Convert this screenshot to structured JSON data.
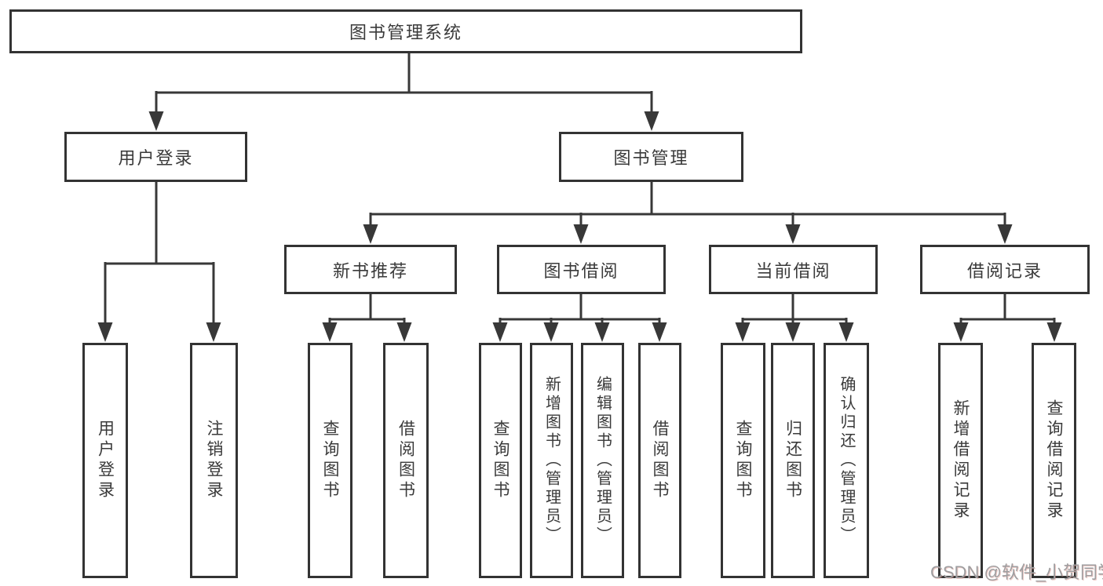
{
  "diagram": {
    "type": "tree",
    "title": "图书管理系统",
    "hierarchy": {
      "图书管理系统": {
        "用户登录": [
          "用户登录",
          "注销登录"
        ],
        "图书管理": {
          "新书推荐": [
            "查询图书",
            "借阅图书"
          ],
          "图书借阅": [
            "查询图书",
            "新增图书（管理员）",
            "编辑图书（管理员）",
            "借阅图书"
          ],
          "当前借阅": [
            "查询图书",
            "归还图书",
            "确认归还（管理员）"
          ],
          "借阅记录": [
            "新增借阅记录",
            "查询借阅记录"
          ]
        }
      }
    }
  },
  "nodes": {
    "root": "图书管理系统",
    "user_login": "用户登录",
    "book_mgmt": "图书管理",
    "new_book_rec": "新书推荐",
    "book_borrow": "图书借阅",
    "current_borrow": "当前借阅",
    "borrow_records": "借阅记录",
    "login_leaf": "用户登录",
    "logout_leaf": "注销登录",
    "query_books_1": "查询图书",
    "borrow_books_1": "借阅图书",
    "query_books_2": "查询图书",
    "add_books_admin": "新增图书（管理员）",
    "edit_books_admin": "编辑图书（管理员）",
    "borrow_books_2": "借阅图书",
    "query_books_3": "查询图书",
    "return_books": "归还图书",
    "confirm_return_admin": "确认归还（管理员）",
    "add_borrow_record": "新增借阅记录",
    "query_borrow_record": "查询借阅记录"
  },
  "watermark": {
    "text": "CSDN @软件_小贺同学"
  },
  "colors": {
    "line": "#383838",
    "box_border": "#333333",
    "text": "#3a3a3a",
    "watermark": "#9e9ea0",
    "background": "#ffffff"
  }
}
